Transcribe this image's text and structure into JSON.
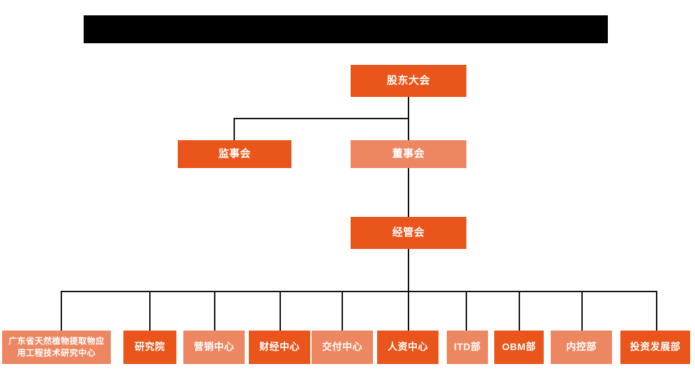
{
  "diagram": {
    "title_bar": {
      "label": "",
      "redacted": true,
      "color": "#000000"
    },
    "colors": {
      "dark_orange": "#E9551A",
      "light_orange": "#ED8762",
      "connector": "#111111",
      "text": "#FFFFFF",
      "background": "#FFFFFF"
    },
    "nodes": {
      "shareholders_meeting": "股东大会",
      "board_of_supervisors": "监事会",
      "board_of_directors": "董事会",
      "management_committee": "经管会",
      "research_center_line1": "广东省天然植物提取物应",
      "research_center_line2": "用工程技术研究中心",
      "research_institute": "研究院",
      "marketing_center": "营销中心",
      "finance_center": "财经中心",
      "delivery_center": "交付中心",
      "hr_center": "人资中心",
      "itd_department": "ITD部",
      "obm_department": "OBM部",
      "internal_control_department": "内控部",
      "investment_development_department": "投资发展部"
    }
  }
}
